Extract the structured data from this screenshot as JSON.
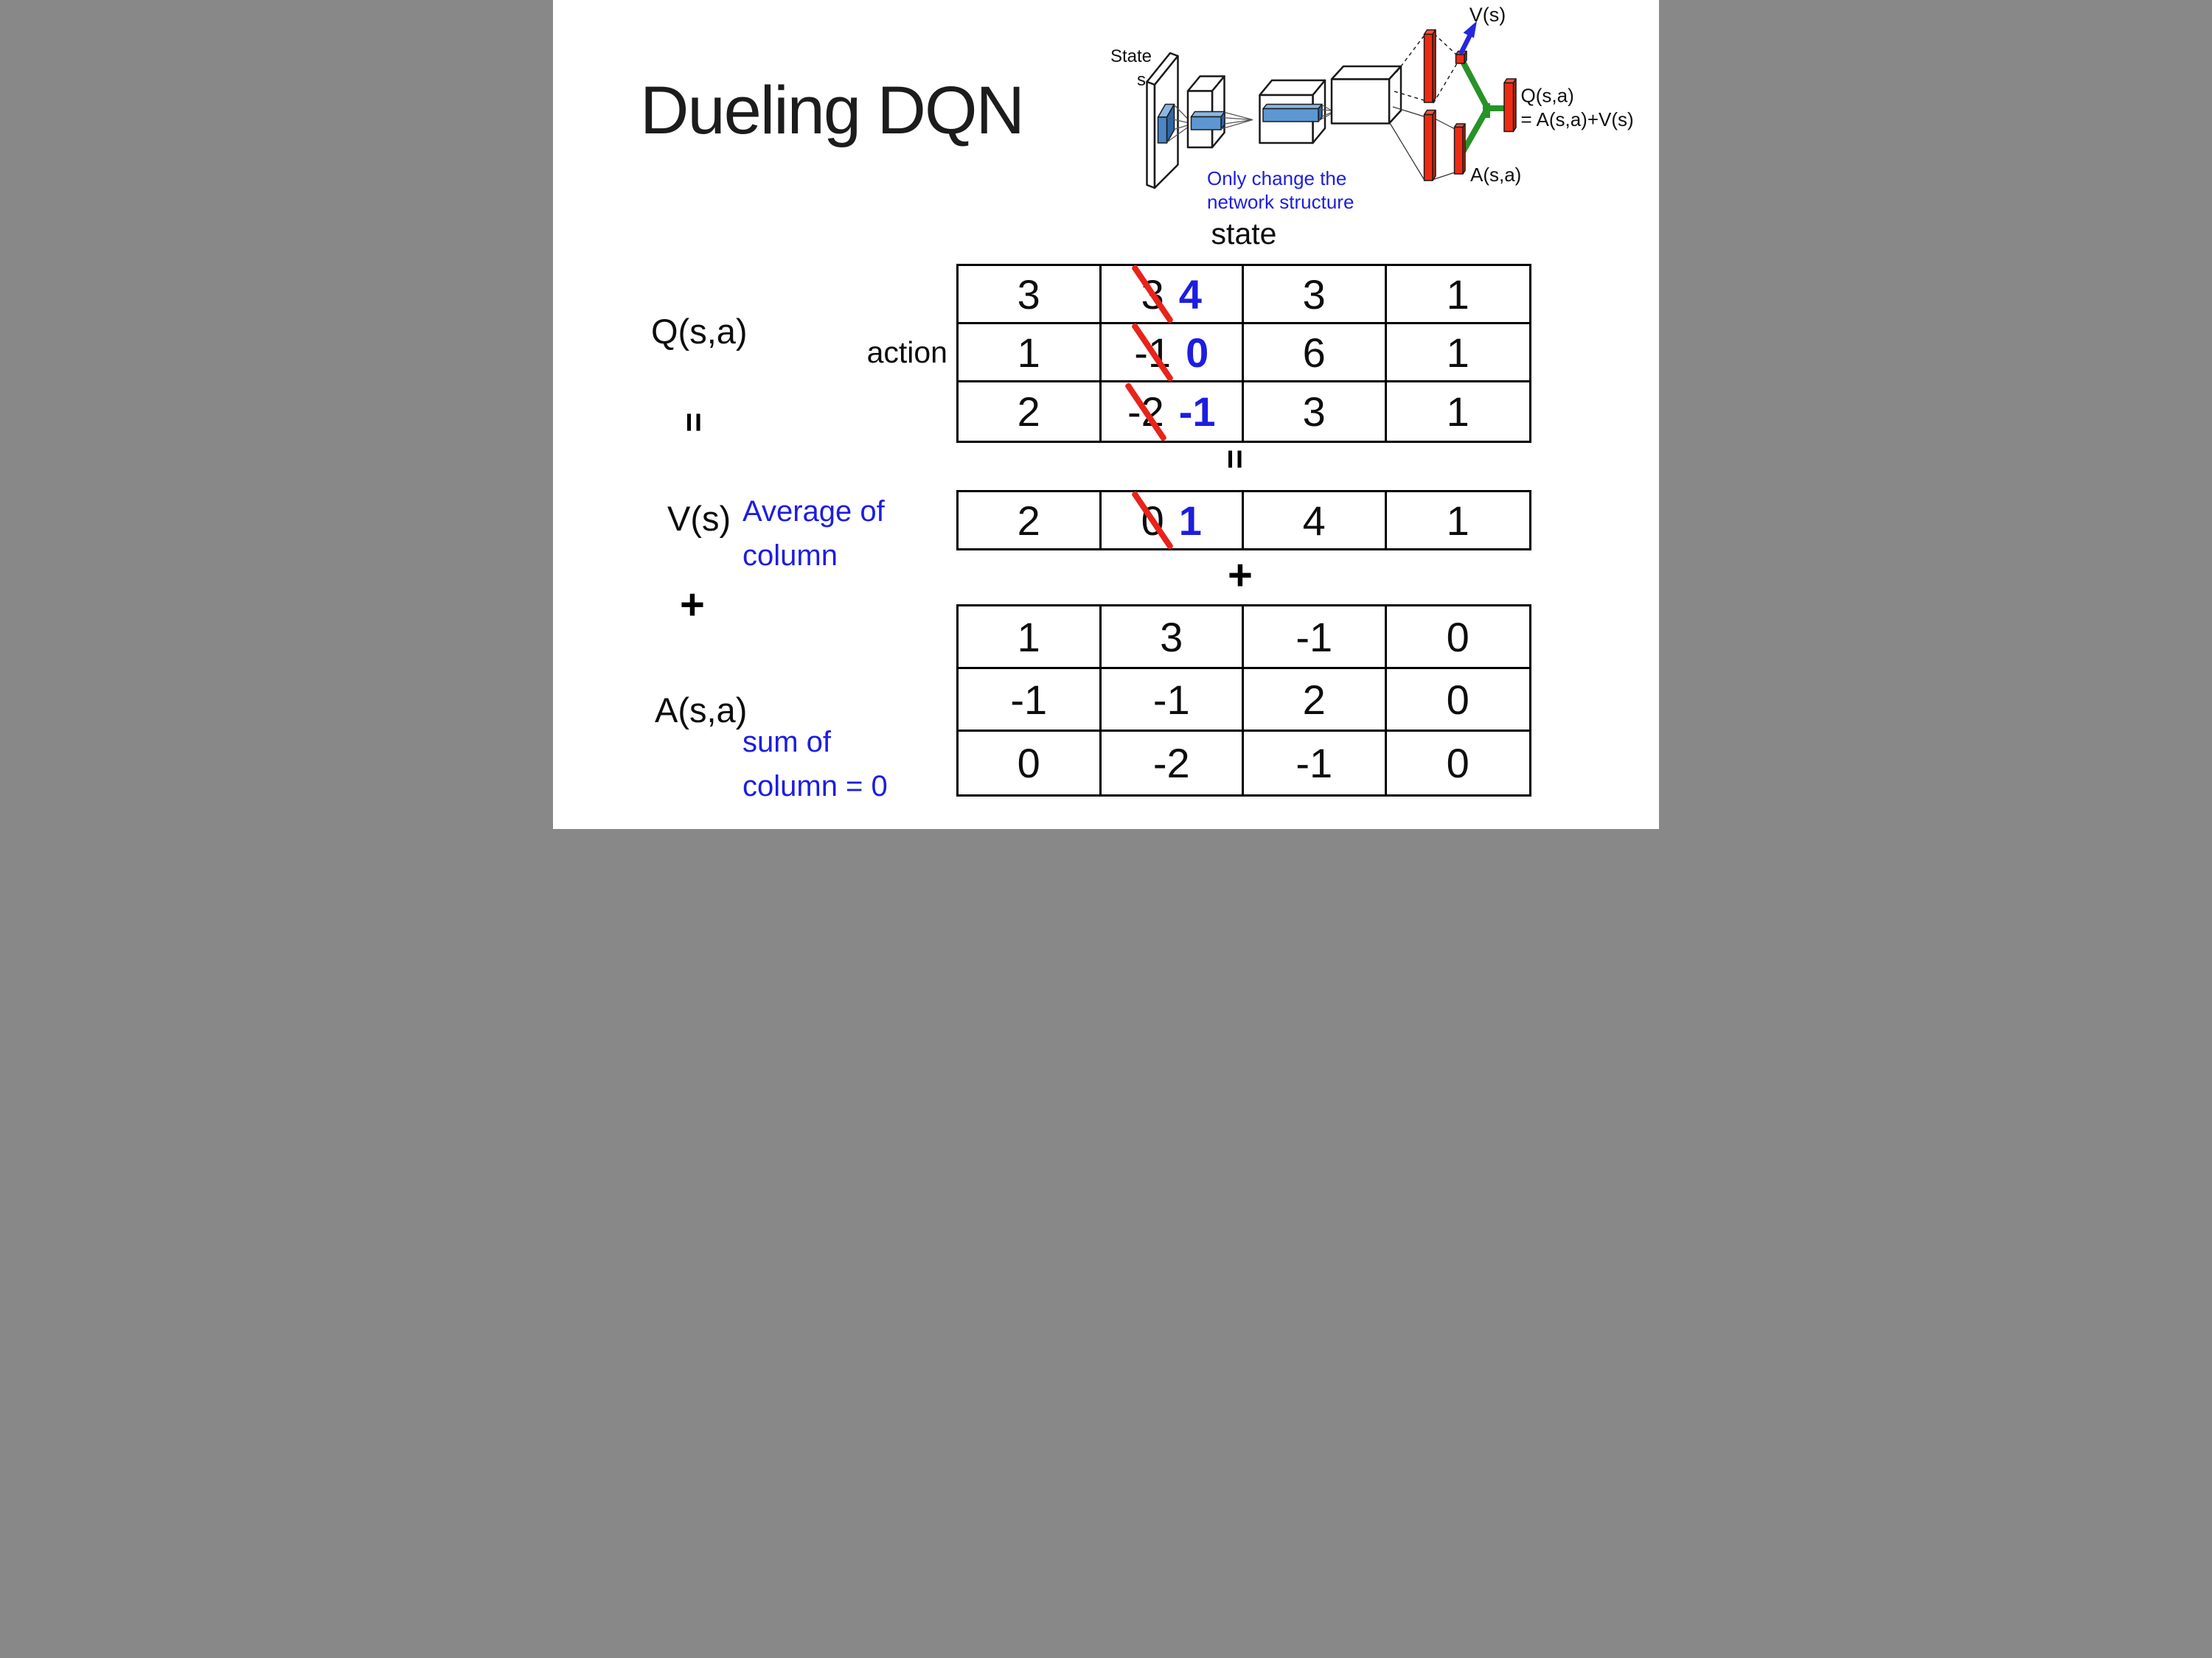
{
  "title": "Dueling DQN",
  "colors": {
    "accent_blue": "#1d1de0",
    "slash_red": "#e8231a",
    "bar_red_front": "#ee2b12",
    "bar_red_side": "#b5290a",
    "green_connector": "#279327",
    "arrow_blue": "#2626dd"
  },
  "diagram": {
    "state_label_line1": "State",
    "state_label_line2": "s",
    "note_line1": "Only change the",
    "note_line2": "network structure",
    "v_output_label": "V(s)",
    "q_output_label_line1": "Q(s,a)",
    "q_output_label_line2": "= A(s,a)+V(s)",
    "a_output_label": "A(s,a)"
  },
  "matrix": {
    "state_axis_label": "state",
    "action_axis_label": "action",
    "q_label": "Q(s,a)",
    "v_label": "V(s)",
    "a_label": "A(s,a)",
    "equals_symbol": "=",
    "plus_symbol": "+",
    "v_annotation": [
      "Average of",
      "column"
    ],
    "a_annotation": [
      "sum of",
      "column = 0"
    ],
    "q_table": {
      "rows": [
        [
          {
            "v": "3"
          },
          {
            "old": "3",
            "new": "4"
          },
          {
            "v": "3"
          },
          {
            "v": "1"
          }
        ],
        [
          {
            "v": "1"
          },
          {
            "old": "-1",
            "new": "0"
          },
          {
            "v": "6"
          },
          {
            "v": "1"
          }
        ],
        [
          {
            "v": "2"
          },
          {
            "old": "-2",
            "new": "-1"
          },
          {
            "v": "3"
          },
          {
            "v": "1"
          }
        ]
      ]
    },
    "v_table": {
      "rows": [
        [
          {
            "v": "2"
          },
          {
            "old": "0",
            "new": "1"
          },
          {
            "v": "4"
          },
          {
            "v": "1"
          }
        ]
      ]
    },
    "a_table": {
      "rows": [
        [
          {
            "v": "1"
          },
          {
            "v": "3"
          },
          {
            "v": "-1"
          },
          {
            "v": "0"
          }
        ],
        [
          {
            "v": "-1"
          },
          {
            "v": "-1"
          },
          {
            "v": "2"
          },
          {
            "v": "0"
          }
        ],
        [
          {
            "v": "0"
          },
          {
            "v": "-2"
          },
          {
            "v": "-1"
          },
          {
            "v": "0"
          }
        ]
      ]
    }
  }
}
